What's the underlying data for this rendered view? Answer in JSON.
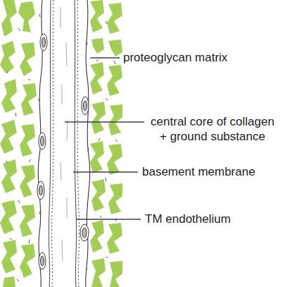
{
  "diagram": {
    "labels": [
      "proteoglycan matrix",
      "central core of collagen + ground substance",
      "basement membrane",
      "TM endothelium"
    ]
  }
}
